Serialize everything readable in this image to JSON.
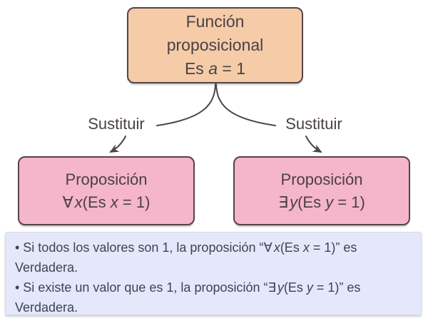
{
  "diagram": {
    "top_node": {
      "line1": "Función",
      "line2": "proposicional",
      "line3": {
        "pre": "Es ",
        "var": "a",
        "post": " = 1"
      }
    },
    "edge_labels": {
      "left": "Sustituir",
      "right": "Sustituir"
    },
    "left_node": {
      "title": "Proposición",
      "formula": {
        "quantifier": "∀",
        "var1": "x",
        "mid": "(Es ",
        "var2": "x",
        "post": " = 1)"
      }
    },
    "right_node": {
      "title": "Proposición",
      "formula": {
        "quantifier": "∃",
        "var1": "y",
        "mid": "(Es ",
        "var2": "y",
        "post": " = 1)"
      }
    },
    "colors": {
      "top_node_fill": "#f5cba8",
      "proposition_node_fill": "#f5b5cb",
      "node_border": "#554449",
      "connector_stroke": "#4e4449",
      "notes_fill": "#e4e8fa",
      "notes_text": "#3e4453",
      "background": "#ffffff"
    }
  },
  "notes": {
    "item1": {
      "pre": "• Si todos los valores son 1, la proposición “",
      "quantifier": "∀",
      "var1": "x",
      "mid": "(Es ",
      "var2": "x",
      "formula_post": " = 1)",
      "post": "” es",
      "line2": "Verdadera."
    },
    "item2": {
      "pre": "• Si existe un valor que es 1, la proposición “",
      "quantifier": "∃",
      "var1": "y",
      "mid": "(Es ",
      "var2": "y",
      "formula_post": " = 1)",
      "post": "” es",
      "line2": "Verdadera."
    }
  }
}
